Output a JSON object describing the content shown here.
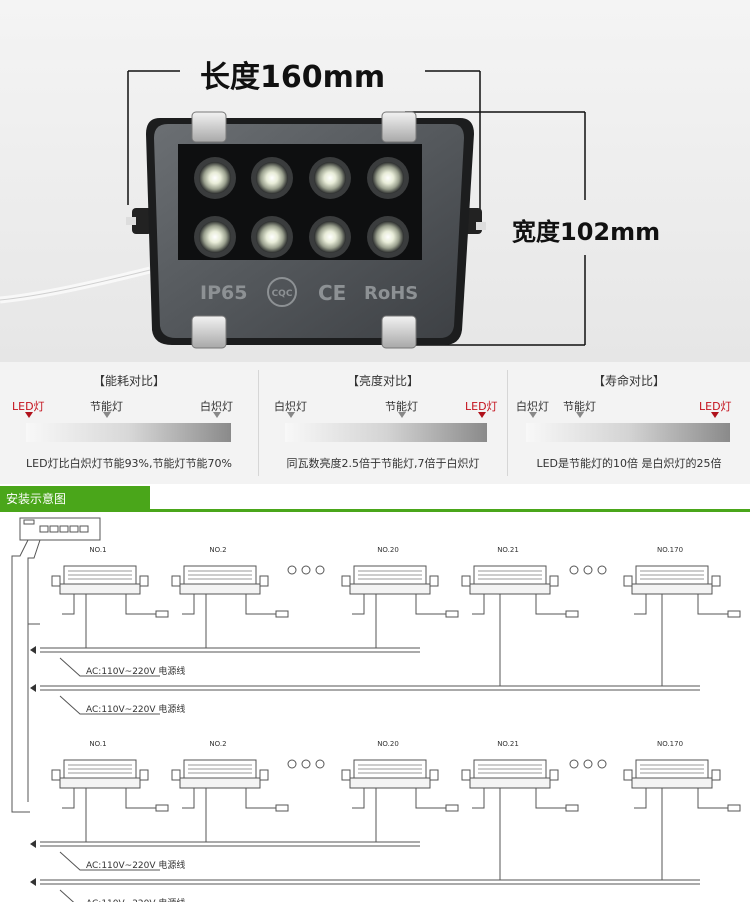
{
  "product": {
    "length_label": "长度160mm",
    "width_label": "宽度102mm",
    "panel_text": {
      "ip": "IP65",
      "cqc": "CQC",
      "ce": "CE",
      "rohs": "RoHS"
    }
  },
  "comparison": {
    "panels": [
      {
        "title": "【能耗对比】",
        "labels": [
          "LED灯",
          "节能灯",
          "白炽灯"
        ],
        "description": "LED灯比白炽灯节能93%,节能灯节能70%"
      },
      {
        "title": "【亮度对比】",
        "labels": [
          "白炽灯",
          "节能灯",
          "LED灯"
        ],
        "description": "同瓦数亮度2.5倍于节能灯,7倍于白炽灯"
      },
      {
        "title": "【寿命对比】",
        "labels": [
          "白炽灯",
          "节能灯",
          "LED灯"
        ],
        "description": "LED是节能灯的10倍 是白炽灯的25倍"
      }
    ]
  },
  "install": {
    "title": "安装示意图",
    "fixtures": [
      "NO.1",
      "NO.2",
      "NO.20",
      "NO.21",
      "NO.170"
    ],
    "cable_label": "AC:110V~220V  电源线"
  },
  "colors": {
    "accent_green": "#4aa61a",
    "led_red": "#c4111c"
  }
}
